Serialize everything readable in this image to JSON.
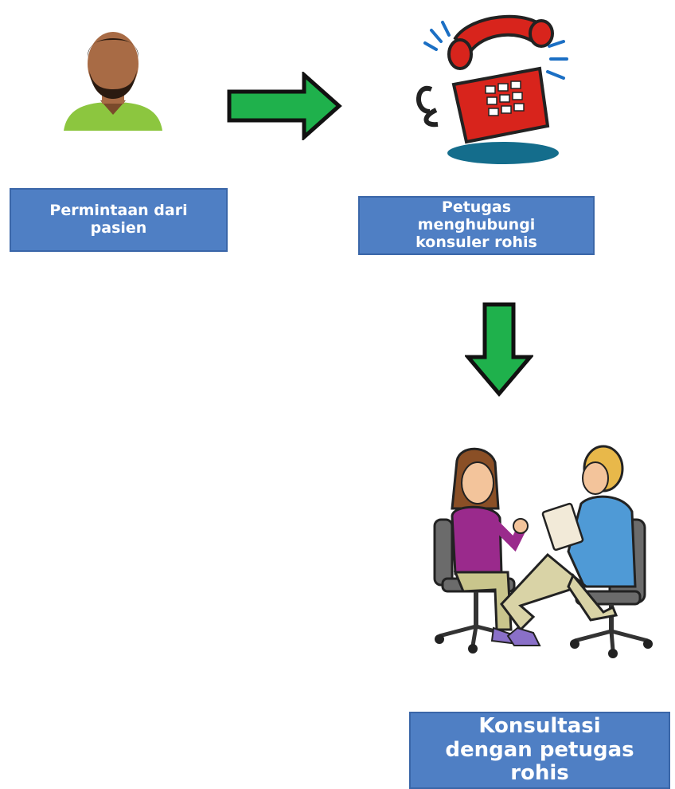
{
  "diagram": {
    "steps": [
      {
        "label": "Permintaan dari\npasien",
        "icon": "person-icon"
      },
      {
        "label": "Petugas\nmenghubungi\nkonsuler rohis",
        "icon": "telephone-icon"
      },
      {
        "label": "Konsultasi\ndengan petugas\nrohis",
        "icon": "consultation-icon"
      }
    ],
    "arrows": [
      {
        "icon": "arrow-right-icon"
      },
      {
        "icon": "arrow-down-icon"
      }
    ]
  },
  "colors": {
    "box_fill": "#4f7fc4",
    "box_border": "#3a66a8",
    "box_text": "#ffffff",
    "arrow_fill": "#1fb14c",
    "arrow_stroke": "#111111",
    "phone_red": "#d8241c",
    "skin": "#a86b45",
    "shirt": "#8cc63f"
  }
}
